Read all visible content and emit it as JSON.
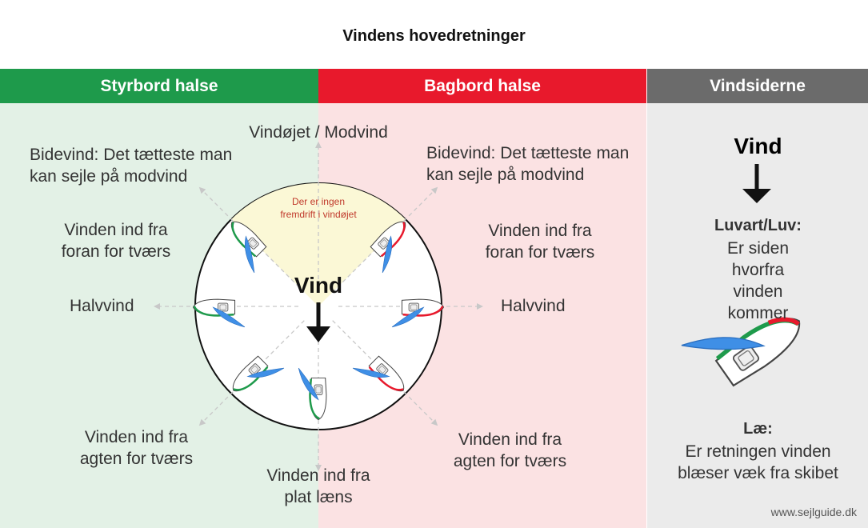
{
  "title": "Vindens hovedretninger",
  "colors": {
    "starboard": "#1e9a4b",
    "port": "#e8192c",
    "sides": "#6b6b6b",
    "sail": "#3f8fe6"
  },
  "sections": {
    "starboard": {
      "header": "Styrbord halse"
    },
    "port": {
      "header": "Bagbord halse"
    },
    "sides": {
      "header": "Vindsiderne"
    }
  },
  "diagram": {
    "top_label": "Vindøjet / Modvind",
    "no_drive_zone": "Der er ingen fremdrift i vindøjet",
    "center_label": "Vind",
    "bottom_label": "Vinden ind fra plat læns"
  },
  "starboard_labels": {
    "close_hauled": "Bidevind: Det tætteste man kan sejle på modvind",
    "close_reach": "Vinden ind fra foran for tværs",
    "beam_reach": "Halvvind",
    "broad_reach": "Vinden ind fra agten for tværs"
  },
  "port_labels": {
    "close_hauled": "Bidevind: Det tætteste man kan sejle på modvind",
    "close_reach": "Vinden ind fra foran for tværs",
    "beam_reach": "Halvvind",
    "broad_reach": "Vinden ind fra agten for tværs"
  },
  "sides_panel": {
    "wind_label": "Vind",
    "windward_title": "Luvart/Luv:",
    "windward_text": "Er siden hvorfra vinden kommer",
    "leeward_title": "Læ:",
    "leeward_text": "Er retningen vinden blæser væk fra skibet"
  },
  "footer": "www.sejlguide.dk"
}
